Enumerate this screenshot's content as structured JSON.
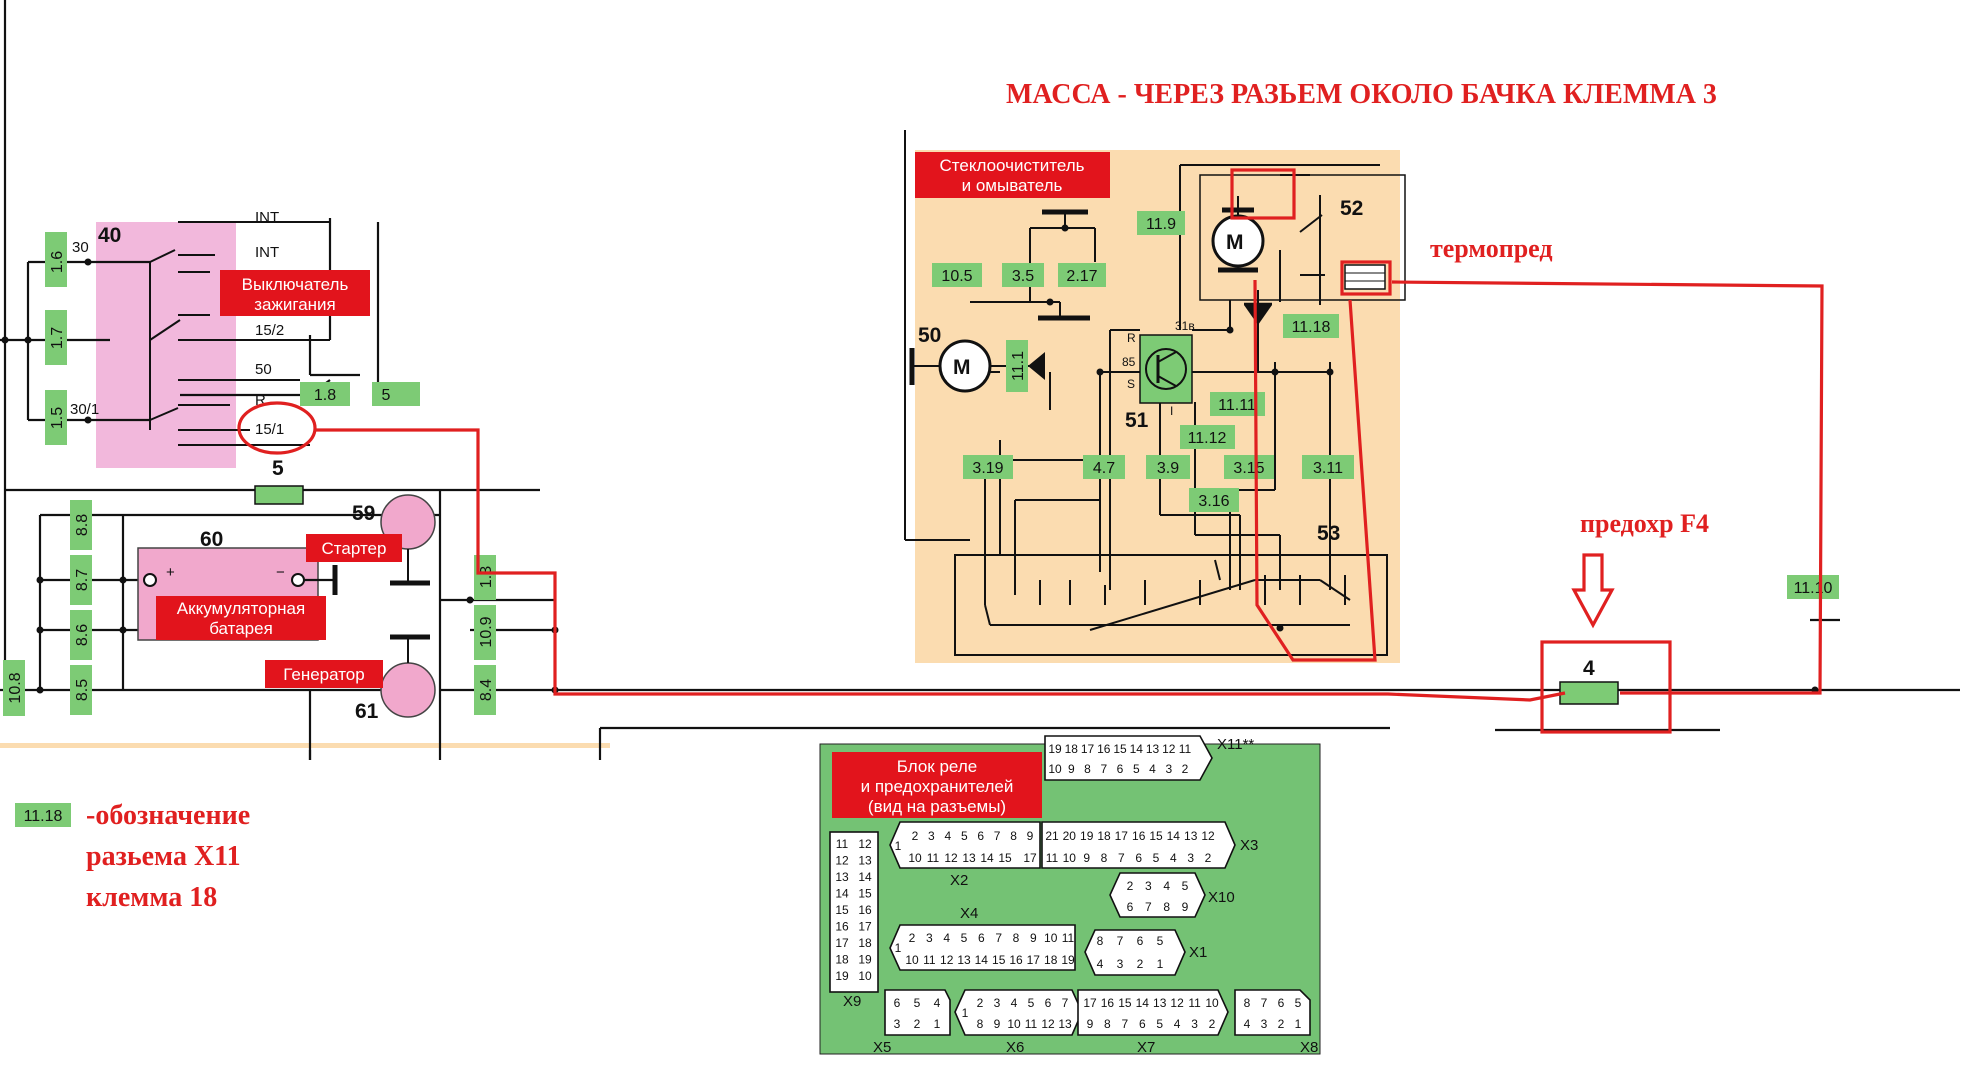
{
  "annotations": {
    "top_title": "МАССА - ЧЕРЕЗ РАЗЬЕМ ОКОЛО БАЧКА КЛЕММА 3",
    "thermo": "термопред",
    "fuse": "предохр  F4",
    "legend_line1": "-обозначение",
    "legend_line2": "разьема Х11",
    "legend_line3": "клемма 18",
    "legend_tag": "11.18"
  },
  "labels": {
    "wiper_line1": "Стеклоочиститель",
    "wiper_line2": "и омыватель",
    "ignition_line1": "Выключатель",
    "ignition_line2": "зажигания",
    "battery_line1": "Аккумуляторная",
    "battery_line2": "батарея",
    "starter": "Стартер",
    "generator": "Генератор",
    "relay_line1": "Блок реле",
    "relay_line2": "и предохранителей",
    "relay_line3": "(вид на разъемы)"
  },
  "refs": {
    "switch": "40",
    "battery": "60",
    "starter": "59",
    "generator": "61",
    "motor50": "50",
    "relay51": "51",
    "motor52": "52",
    "block53": "53",
    "fuse5": "5",
    "fuse4": "4",
    "motor_symbol": "M"
  },
  "switch_terms": {
    "int1": "INT",
    "int2": "INT",
    "t15_2": "15/2",
    "t50": "50",
    "tR": "R",
    "t15_1": "15/1",
    "t30": "30",
    "t30_1": "30/1"
  },
  "transistor": {
    "r": "R",
    "s": "S",
    "t85": "85",
    "t31": "31в",
    "tI": "I"
  },
  "tags": {
    "t1_6": "1.6",
    "t1_7": "1.7",
    "t1_5": "1.5",
    "t1_8": "1.8",
    "t5p": "5",
    "t8_8": "8.8",
    "t8_7": "8.7",
    "t8_6": "8.6",
    "t8_5": "8.5",
    "t10_8": "10.8",
    "t1_3": "1.3",
    "t10_9": "10.9",
    "t8_4": "8.4",
    "t11_9": "11.9",
    "t10_5": "10.5",
    "t3_5": "3.5",
    "t2_17": "2.17",
    "t11_1": "11.1",
    "t11_18": "11.18",
    "t11_11": "11.11",
    "t11_12": "11.12",
    "t3_19": "3.19",
    "t4_7": "4.7",
    "t3_9": "3.9",
    "t3_15": "3.15",
    "t3_16": "3.16",
    "t3_11": "3.11",
    "t11_10": "11.10"
  },
  "connectors": {
    "X11": {
      "name": "X11**",
      "top": [
        "19",
        "18",
        "17",
        "16",
        "15",
        "14",
        "13",
        "12",
        "11"
      ],
      "bottom": [
        "10",
        "9",
        "8",
        "7",
        "6",
        "5",
        "4",
        "3",
        "2"
      ]
    },
    "X3": {
      "name": "X3",
      "top": [
        "21",
        "20",
        "19",
        "18",
        "17",
        "16",
        "15",
        "14",
        "13",
        "12"
      ],
      "bottom": [
        "11",
        "10",
        "9",
        "8",
        "7",
        "6",
        "5",
        "4",
        "3",
        "2"
      ]
    },
    "X2": {
      "name": "X2",
      "top": [
        "2",
        "3",
        "4",
        "5",
        "6",
        "7",
        "8",
        "9"
      ],
      "bottom": [
        "10",
        "11",
        "12",
        "13",
        "14",
        "15"
      ],
      "left": "1",
      "right": "17"
    },
    "X10": {
      "name": "X10",
      "top": [
        "2",
        "3",
        "4",
        "5"
      ],
      "bottom": [
        "6",
        "7",
        "8",
        "9"
      ]
    },
    "X4": {
      "name": "X4",
      "top": [
        "2",
        "3",
        "4",
        "5",
        "6",
        "7",
        "8",
        "9",
        "10",
        "11"
      ],
      "bottom": [
        "10",
        "11",
        "12",
        "13",
        "14",
        "15",
        "16",
        "17",
        "18",
        "19"
      ],
      "left": "1"
    },
    "X1": {
      "name": "X1",
      "top": [
        "8",
        "7",
        "6",
        "5"
      ],
      "bottom": [
        "4",
        "3",
        "2",
        "1"
      ]
    },
    "X9": {
      "name": "X9",
      "left": [
        "11",
        "12",
        "13",
        "14",
        "15",
        "16",
        "17",
        "18",
        "19"
      ],
      "right": [
        "12",
        "13",
        "14",
        "15",
        "16",
        "17",
        "18",
        "19",
        "10"
      ]
    },
    "X5": {
      "name": "X5",
      "top": [
        "6",
        "5",
        "4"
      ],
      "bottom": [
        "3",
        "2",
        "1"
      ]
    },
    "X6": {
      "name": "X6",
      "top": [
        "2",
        "3",
        "4",
        "5",
        "6",
        "7"
      ],
      "bottom": [
        "8",
        "9",
        "10",
        "11",
        "12",
        "13"
      ],
      "left": "1"
    },
    "X7": {
      "name": "X7",
      "top": [
        "17",
        "16",
        "15",
        "14",
        "13",
        "12",
        "11",
        "10"
      ],
      "bottom": [
        "9",
        "8",
        "7",
        "6",
        "5",
        "4",
        "3",
        "2"
      ]
    },
    "X8": {
      "name": "X8",
      "top": [
        "8",
        "7",
        "6",
        "5"
      ],
      "bottom": [
        "4",
        "3",
        "2",
        "1"
      ]
    }
  },
  "colors": {
    "annotation_red": "#e02020",
    "label_red": "#e2141c",
    "tag_green": "#7dcb75",
    "block_green": "#74c274",
    "panel_orange": "#fbdcb0",
    "switch_pink": "#f2b8dc",
    "component_pink": "#f1a8cc"
  }
}
